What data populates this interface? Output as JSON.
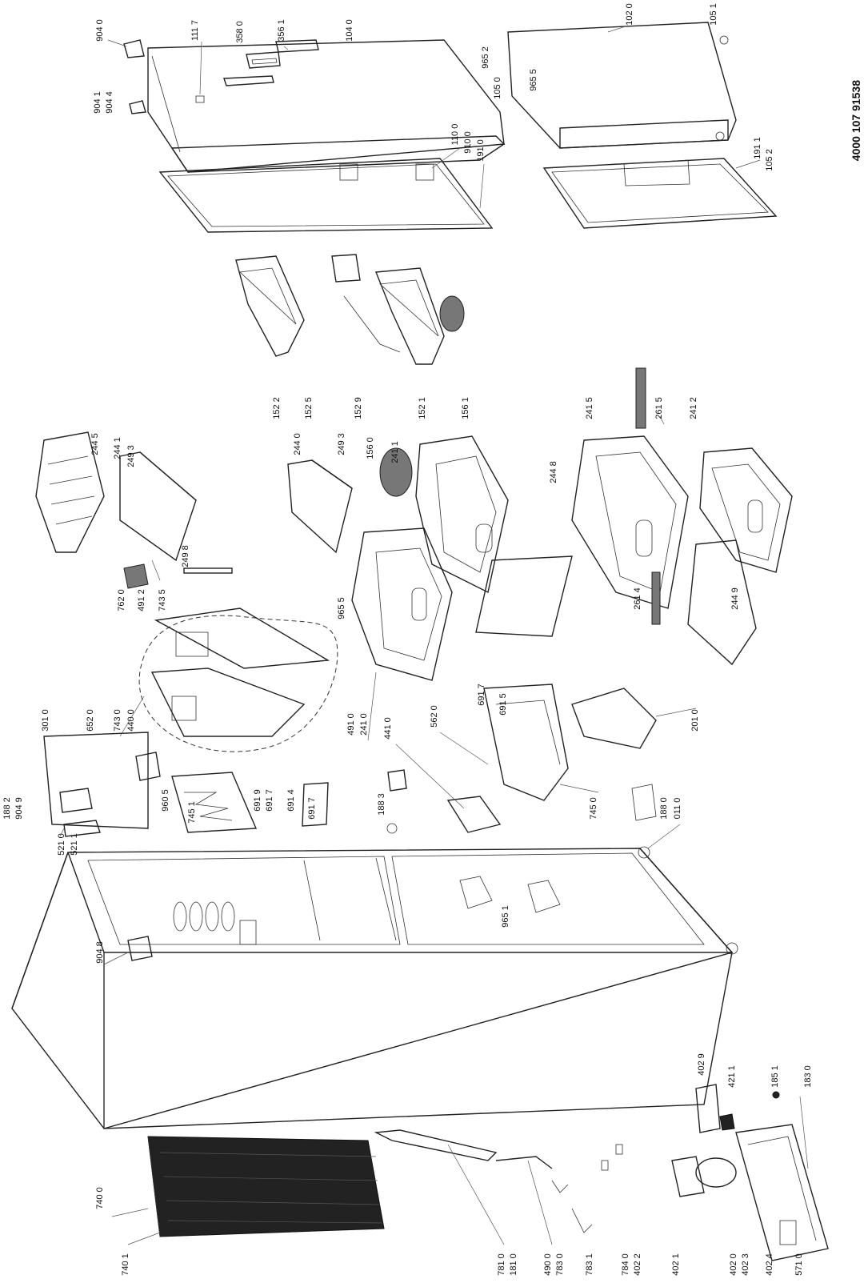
{
  "document_number": "4000 107 91538",
  "part_labels": {
    "p9040": "904 0",
    "p1117": "111 7",
    "p3580": "358 0",
    "p3561": "356 1",
    "p1040": "104 0",
    "p1020": "102 0",
    "p1051": "105 1",
    "p9652": "965 2",
    "p1050": "105 0",
    "p9655a": "965 5",
    "p9041": "904 1",
    "p9044": "904 4",
    "p1100": "110 0",
    "p9100": "910 0",
    "p1910": "191 0",
    "p1911": "191 1",
    "p1052": "105 2",
    "p1522": "152 2",
    "p1525": "152 5",
    "p1529": "152 9",
    "p1521": "152 1",
    "p1561": "156 1",
    "p2445": "244 5",
    "p2441": "244 1",
    "p2493a": "249 3",
    "p2440": "244 0",
    "p2493b": "249 3",
    "p1560": "156 0",
    "p2411": "241 1",
    "p2448": "244 8",
    "p2415": "241 5",
    "p2615": "261 5",
    "p2412": "241 2",
    "p2498": "249 8",
    "p7620": "762 0",
    "p4912": "491 2",
    "p7435": "743 5",
    "p9655b": "965 5",
    "p2614": "261 4",
    "p2449": "244 9",
    "p3010": "301 0",
    "p6520": "652 0",
    "p7430": "743 0",
    "p4400": "440 0",
    "p1882": "188 2",
    "p9049": "904 9",
    "p5210": "521 0",
    "p5211": "521 1",
    "p9605": "960 5",
    "p7451": "745 1",
    "p6919": "691 9",
    "p6917a": "691 7",
    "p6914": "691 4",
    "p6917b": "691 7",
    "p4910": "491 0",
    "p2410": "241 0",
    "p4410": "441 0",
    "p5620": "562 0",
    "p6915": "691 5",
    "p6917c": "691 7",
    "p7450": "745 0",
    "p2010": "201 0",
    "p1883": "188 3",
    "p1880": "188 0",
    "p0110": "011 0",
    "p9651": "965 1",
    "p9048": "904 8",
    "p4029": "402 9",
    "p4211": "421 1",
    "p1851": "185 1",
    "p1830": "183 0",
    "p7400": "740 0",
    "p7401": "740 1",
    "p7810": "781 0",
    "p1810": "181 0",
    "p4900": "490 0",
    "p7830": "783 0",
    "p7831": "783 1",
    "p7840": "784 0",
    "p4022": "402 2",
    "p4021": "402 1",
    "p4020": "402 0",
    "p4023": "402 3",
    "p4024": "402 4",
    "p5710": "571 0"
  }
}
